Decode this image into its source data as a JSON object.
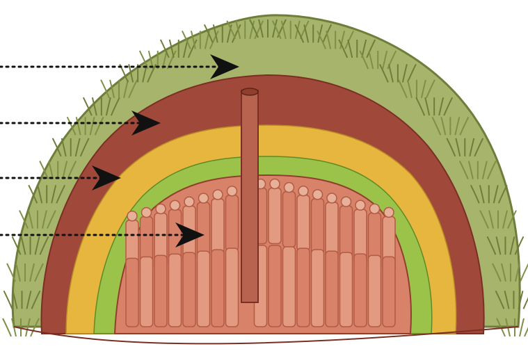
{
  "diagram": {
    "type": "cross-section illustration of a charcoal kiln / earth mound",
    "pointer_arrows": [
      {
        "target": "grass-turf-layer"
      },
      {
        "target": "earth-soil-layer"
      },
      {
        "target": "straw-leaf-layer"
      },
      {
        "target": "stacked-wood-logs"
      }
    ],
    "colors": {
      "grass": "#9aa860",
      "grass_dark": "#6f7d3a",
      "soil": "#a0483a",
      "soil_dark": "#7a2f25",
      "straw": "#e8b840",
      "leaves": "#9bc34a",
      "wood": "#d9826a",
      "wood_dark": "#b25a43",
      "chimney": "#b8634f",
      "arrow": "#111111"
    }
  }
}
